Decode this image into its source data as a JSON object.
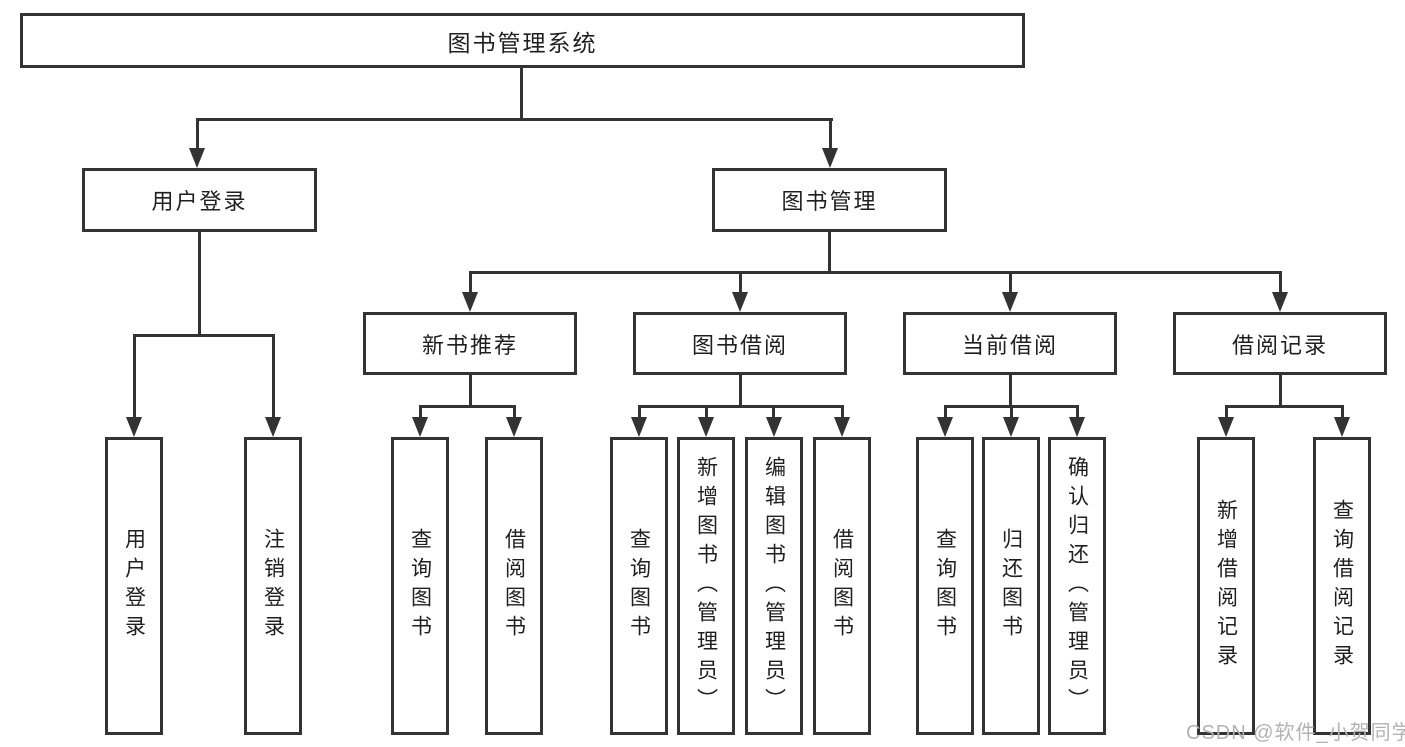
{
  "colors": {
    "line": "#333333",
    "text": "#1f1f1f",
    "watermark": "#b3b3b3",
    "background": "#ffffff"
  },
  "watermark": {
    "text": "CSDN @软件_小贺同学"
  },
  "chart_type": "hierarchy-diagram",
  "tree": {
    "label": "图书管理系统",
    "children": [
      {
        "label": "用户登录",
        "children": [
          {
            "label": "用户登录"
          },
          {
            "label": "注销登录"
          }
        ]
      },
      {
        "label": "图书管理",
        "children": [
          {
            "label": "新书推荐",
            "children": [
              {
                "label": "查询图书"
              },
              {
                "label": "借阅图书"
              }
            ]
          },
          {
            "label": "图书借阅",
            "children": [
              {
                "label": "查询图书"
              },
              {
                "label": "新增图书（管理员）"
              },
              {
                "label": "编辑图书（管理员）"
              },
              {
                "label": "借阅图书"
              }
            ]
          },
          {
            "label": "当前借阅",
            "children": [
              {
                "label": "查询图书"
              },
              {
                "label": "归还图书"
              },
              {
                "label": "确认归还（管理员）"
              }
            ]
          },
          {
            "label": "借阅记录",
            "children": [
              {
                "label": "新增借阅记录"
              },
              {
                "label": "查询借阅记录"
              }
            ]
          }
        ]
      }
    ]
  }
}
